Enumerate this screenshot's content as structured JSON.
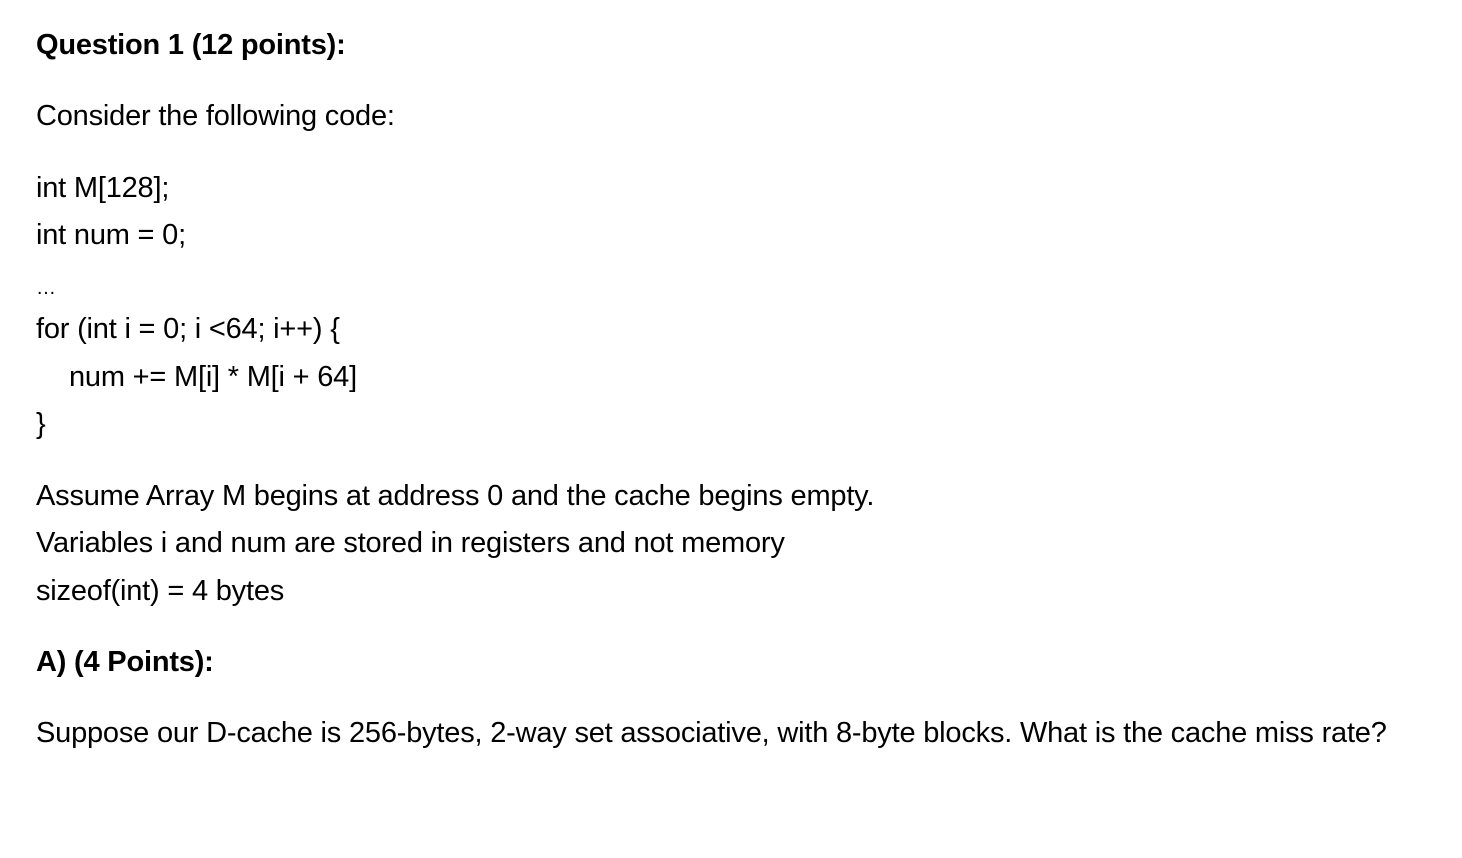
{
  "question": {
    "title": "Question 1 (12 points):",
    "intro": "Consider the following code:"
  },
  "code": {
    "lines": [
      "int M[128];",
      "int num = 0;",
      "…",
      "for (int i = 0; i <64; i++) {",
      "num += M[i] * M[i + 64]",
      "}"
    ]
  },
  "assumptions": [
    "Assume Array M begins at address 0 and the cache begins empty.",
    "Variables i and num are stored in registers and not memory",
    "sizeof(int) = 4 bytes"
  ],
  "part_a": {
    "heading": "A) (4 Points):",
    "body": "Suppose our D-cache is 256-bytes, 2-way set associative, with 8-byte blocks. What is the cache miss rate?"
  }
}
